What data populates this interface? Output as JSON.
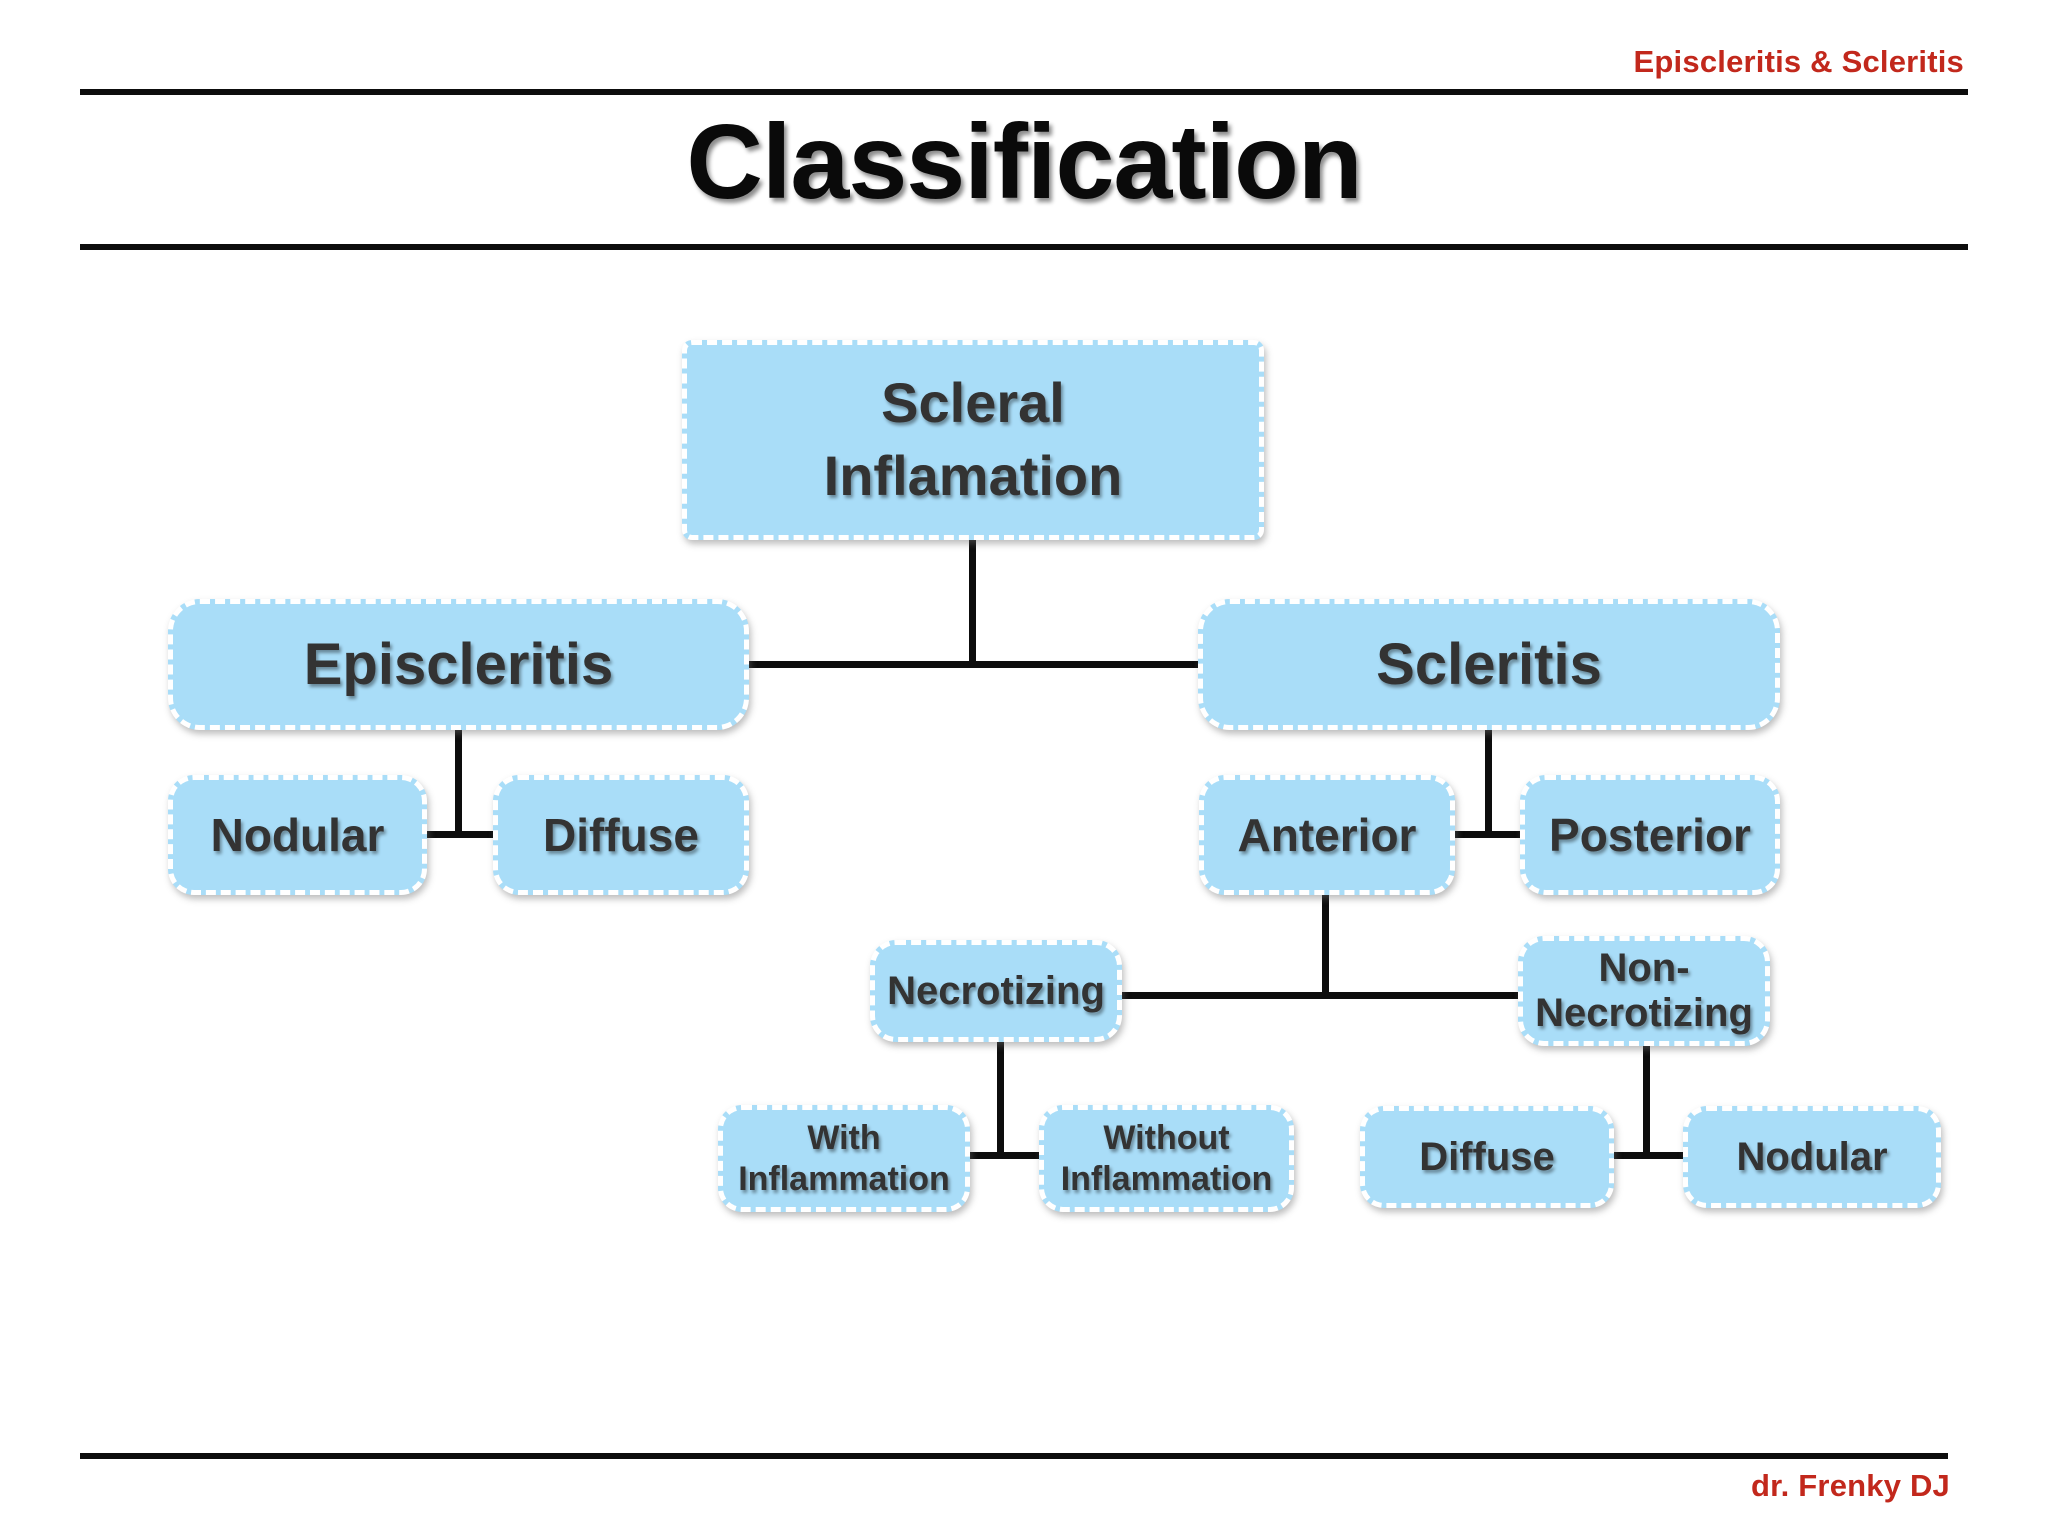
{
  "slide": {
    "course_label": "Episcleritis & Scleritis",
    "title": "Classification",
    "author_credit": "dr. Frenky DJ"
  },
  "colors": {
    "accent_red": "#c2281c",
    "node_fill": "#a9ddf8",
    "node_border": "#ffffff",
    "node_text": "#333333",
    "line_black": "#0d0d0d",
    "background": "#ffffff"
  },
  "diagram": {
    "nodes": {
      "scleral_inflamation": "Scleral\nInflamation",
      "episcleritis": "Episcleritis",
      "scleritis": "Scleritis",
      "nodular_episcleritis": "Nodular",
      "diffuse_episcleritis": "Diffuse",
      "anterior": "Anterior",
      "posterior": "Posterior",
      "necrotizing": "Necrotizing",
      "non_necrotizing": "Non-\nNecrotizing",
      "with_inflammation": "With\nInflammation",
      "without_inflammation": "Without\nInflammation",
      "diffuse_scleritis": "Diffuse",
      "nodular_scleritis": "Nodular"
    },
    "edges": [
      [
        "Scleral Inflamation",
        "Episcleritis"
      ],
      [
        "Scleral Inflamation",
        "Scleritis"
      ],
      [
        "Episcleritis",
        "Nodular"
      ],
      [
        "Episcleritis",
        "Diffuse"
      ],
      [
        "Scleritis",
        "Anterior"
      ],
      [
        "Scleritis",
        "Posterior"
      ],
      [
        "Anterior",
        "Necrotizing"
      ],
      [
        "Anterior",
        "Non-Necrotizing"
      ],
      [
        "Necrotizing",
        "With Inflammation"
      ],
      [
        "Necrotizing",
        "Without Inflammation"
      ],
      [
        "Non-Necrotizing",
        "Diffuse"
      ],
      [
        "Non-Necrotizing",
        "Nodular"
      ]
    ]
  }
}
